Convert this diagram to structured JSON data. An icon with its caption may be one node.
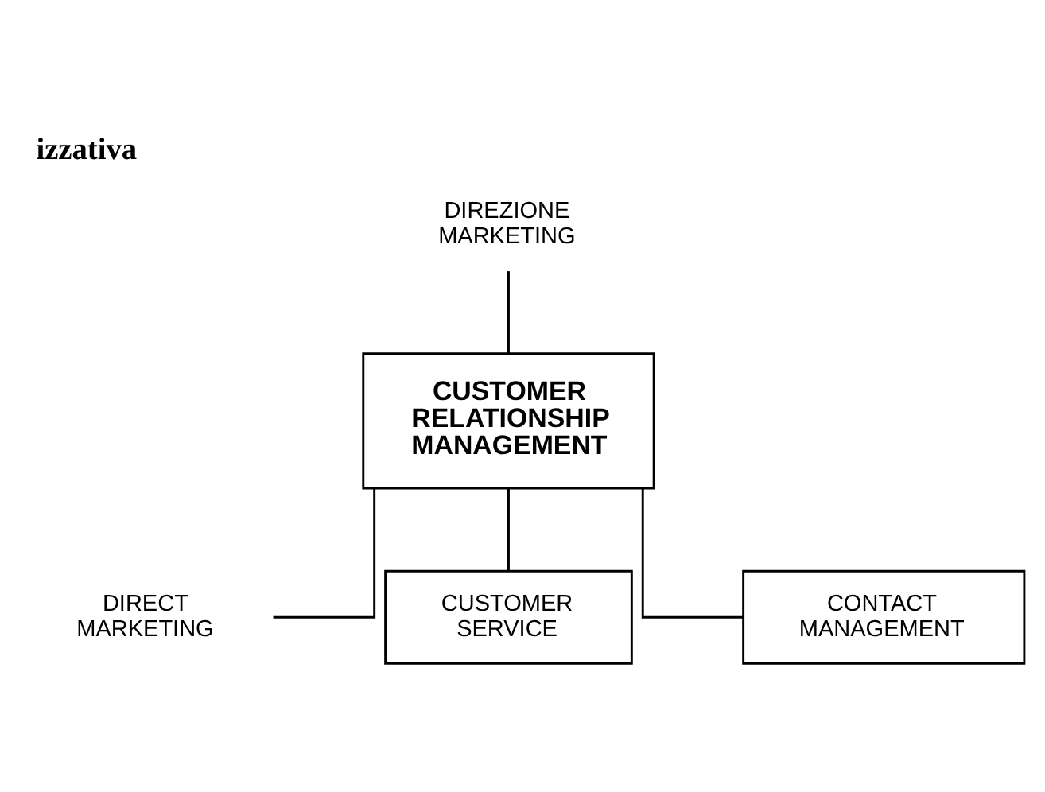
{
  "diagram": {
    "title": "izzativa",
    "nodes": [
      {
        "text": [
          "CUSTOMER RELATIONSHIP MANAGEMENT"
        ]
      },
      {
        "text": [
          "DIREZIONE MARKETING"
        ]
      },
      {
        "text": [
          "DIRECT MARKETING"
        ]
      },
      {
        "text": [
          "CUSTOMER SERVICE"
        ]
      },
      {
        "text": [
          "CONTACT MANAGEMENT"
        ]
      }
    ],
    "edges": [
      {
        "from": 1,
        "to": 0,
        "arrow": "none"
      },
      {
        "from": 0,
        "to": 2,
        "arrow": "none"
      },
      {
        "from": 0,
        "to": 3,
        "arrow": "none"
      },
      {
        "from": 0,
        "to": 4,
        "arrow": "none"
      }
    ]
  }
}
